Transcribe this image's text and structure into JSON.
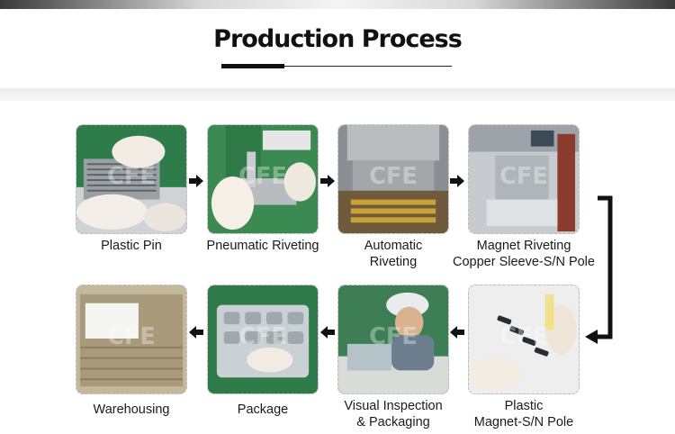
{
  "header": {
    "title": "Production Process"
  },
  "steps": [
    {
      "label_lines": [
        "Plastic Pin"
      ]
    },
    {
      "label_lines": [
        "Pneumatic Riveting"
      ]
    },
    {
      "label_lines": [
        "Automatic",
        "Riveting"
      ]
    },
    {
      "label_lines": [
        "Magnet Riveting",
        "Copper Sleeve-S/N Pole"
      ]
    },
    {
      "label_lines": [
        "Plastic",
        "Magnet-S/N Pole"
      ]
    },
    {
      "label_lines": [
        "Visual Inspection",
        "& Packaging"
      ]
    },
    {
      "label_lines": [
        "Package"
      ]
    },
    {
      "label_lines": [
        "Warehousing"
      ]
    }
  ],
  "watermark": "CFE",
  "colors": {
    "arrow": "#111111",
    "accent_green": "#1f6b3a",
    "card_border": "#bdbdbd"
  }
}
